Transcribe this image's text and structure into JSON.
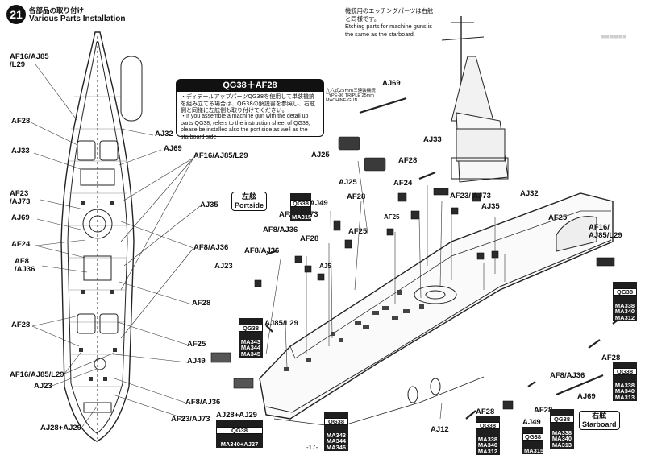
{
  "step": {
    "number": "21",
    "title_jp": "各部品の取り付け",
    "title_en": "Various Parts Installation"
  },
  "note": {
    "title": "QG38＋AF28",
    "jp": "・ディテールアップパーツQG38を使用して単装機銃を組み立てる場合は、QG38の解説書を参照し、右舷側と同様に左舷側も取り付けてください。",
    "en": "・If you assemble a machine gun with the detail up parts QG38, refers to the instruction sheet of QG38, please be installed also the port side as well as the starboard side"
  },
  "mg_note": {
    "jp": "機銃用のエッチングパーツは右舷と同様です。",
    "en": "Etching parts for machine guns is the same as the starboard."
  },
  "triple_label": {
    "jp": "九六式25mm三連装機銃",
    "en1": "TYPE-96 TRIPLE 25mm",
    "en2": "MACHINE-GUN"
  },
  "portside": {
    "jp": "左舷",
    "en": "Portside"
  },
  "starboard": {
    "jp": "右舷",
    "en": "Starboard"
  },
  "left_labels": [
    {
      "text": "AF16/AJ85\n/L29"
    },
    {
      "text": "AF28"
    },
    {
      "text": "AJ33"
    },
    {
      "text": "AF23\n/AJ73"
    },
    {
      "text": "AJ69"
    },
    {
      "text": "AF24"
    },
    {
      "text": "AF8\n/AJ36"
    },
    {
      "text": "AF28"
    },
    {
      "text": "AF16/AJ85/L29"
    },
    {
      "text": "AJ23"
    },
    {
      "text": "AJ28+AJ29"
    }
  ],
  "mid_labels": [
    {
      "text": "AJ32"
    },
    {
      "text": "AJ69"
    },
    {
      "text": "AF16/AJ85/L29"
    },
    {
      "text": "AJ35"
    },
    {
      "text": "AF8/AJ36"
    },
    {
      "text": "AF28"
    },
    {
      "text": "AF25"
    },
    {
      "text": "AJ49"
    },
    {
      "text": "AF8/AJ36"
    },
    {
      "text": "AF23/AJ73"
    }
  ],
  "center_labels": [
    {
      "text": "AJ69"
    },
    {
      "text": "AJ25"
    },
    {
      "text": "AJ25"
    },
    {
      "text": "AF28"
    },
    {
      "text": "AF24"
    },
    {
      "text": "AF28"
    },
    {
      "text": "AF25"
    },
    {
      "text": "AJ49"
    },
    {
      "text": "AF23/AJ73"
    },
    {
      "text": "AF8/AJ36"
    },
    {
      "text": "AF25"
    },
    {
      "text": "AF28"
    },
    {
      "text": "AF8/AJ36"
    },
    {
      "text": "AJ23"
    },
    {
      "text": "AJ5"
    },
    {
      "text": "AF16/\nAJ85/L29"
    },
    {
      "text": "AJ33"
    },
    {
      "text": "AF23/\nAJ73"
    },
    {
      "text": "AJ35"
    },
    {
      "text": "AJ32"
    },
    {
      "text": "AF25"
    },
    {
      "text": "AJ28+AJ29"
    },
    {
      "text": "AJ12"
    },
    {
      "text": "AF28"
    },
    {
      "text": "AJ49"
    },
    {
      "text": "AF28"
    }
  ],
  "right_labels": [
    {
      "text": "AF16/\nAJ85/L29"
    },
    {
      "text": "AF28"
    },
    {
      "text": "AF8/AJ36"
    },
    {
      "text": "AJ69"
    }
  ],
  "codes": {
    "c1": {
      "top": "QG38",
      "rest": "MA315"
    },
    "c2": {
      "top": "QG38",
      "rest": "MA343\nMA344\nMA345"
    },
    "c3": {
      "top": "QG38",
      "rest": "MA338\nMA340\nMA312"
    },
    "c4": {
      "top": "QG38",
      "rest": "MA338\nMA340\nMA313"
    },
    "c5": {
      "top": "QG38",
      "rest": "MA343\nMA344\nMA346"
    },
    "c6": {
      "top": "QG38",
      "rest": "MA338\nMA340\nMA312"
    },
    "c7": {
      "top": "QG38",
      "rest": "MA315"
    },
    "c8": {
      "top": "QG38",
      "rest": "MA338\nMA340\nMA313"
    },
    "c9": {
      "top": "QG38",
      "rest": "MA340+AJ27"
    }
  },
  "page_number": "-17-"
}
